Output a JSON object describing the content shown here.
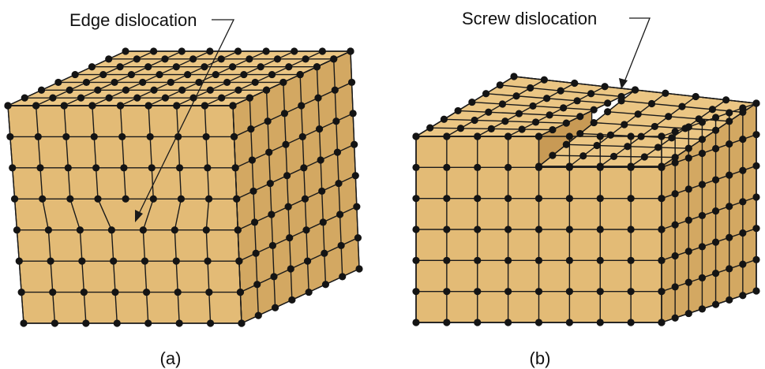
{
  "panels": [
    {
      "id": "a",
      "title": "Edge dislocation",
      "caption": "(a)"
    },
    {
      "id": "b",
      "title": "Screw dislocation",
      "caption": "(b)"
    }
  ],
  "colors": {
    "front": "#e3bb76",
    "top": "#ebc684",
    "side": "#d3a862",
    "step": "#c89a55",
    "line": "#1a1a1a",
    "atom": "#141414"
  }
}
